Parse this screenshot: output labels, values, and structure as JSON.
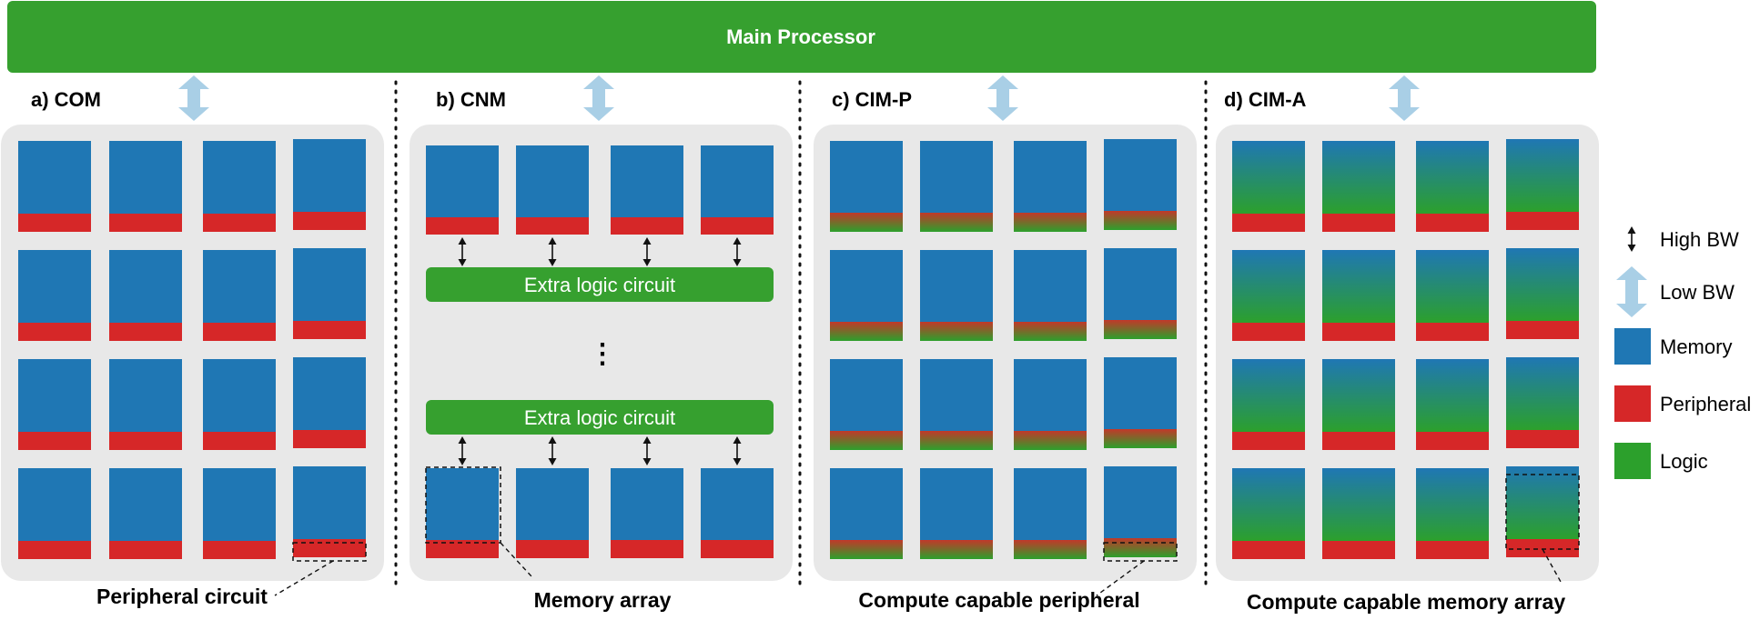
{
  "processor": {
    "label": "Main Processor"
  },
  "panels": [
    {
      "id": "com",
      "title": "a) COM",
      "caption": "Peripheral circuit"
    },
    {
      "id": "cnm",
      "title": "b) CNM",
      "caption": "Memory array",
      "logic_label": "Extra logic circuit",
      "ellipsis": "⋮"
    },
    {
      "id": "cimp",
      "title": "c) CIM-P",
      "caption": "Compute capable peripheral"
    },
    {
      "id": "cima",
      "title": "d) CIM-A",
      "caption": "Compute capable memory array"
    }
  ],
  "legend": [
    {
      "key": "high_bw",
      "label": "High BW",
      "icon": "double-arrow-icon"
    },
    {
      "key": "low_bw",
      "label": "Low BW",
      "icon": "wide-arrow-icon"
    },
    {
      "key": "memory",
      "label": "Memory",
      "color": "#1f77b4"
    },
    {
      "key": "peripheral",
      "label": "Peripheral",
      "color": "#d62728"
    },
    {
      "key": "logic",
      "label": "Logic",
      "color": "#2ca02c"
    }
  ],
  "colors": {
    "processor": "#36a02f",
    "memory": "#1f77b4",
    "peripheral": "#d62728",
    "logic": "#36a02f",
    "panel_bg": "#e8e8e8",
    "low_bw_arrow": "#a9cfe6"
  }
}
